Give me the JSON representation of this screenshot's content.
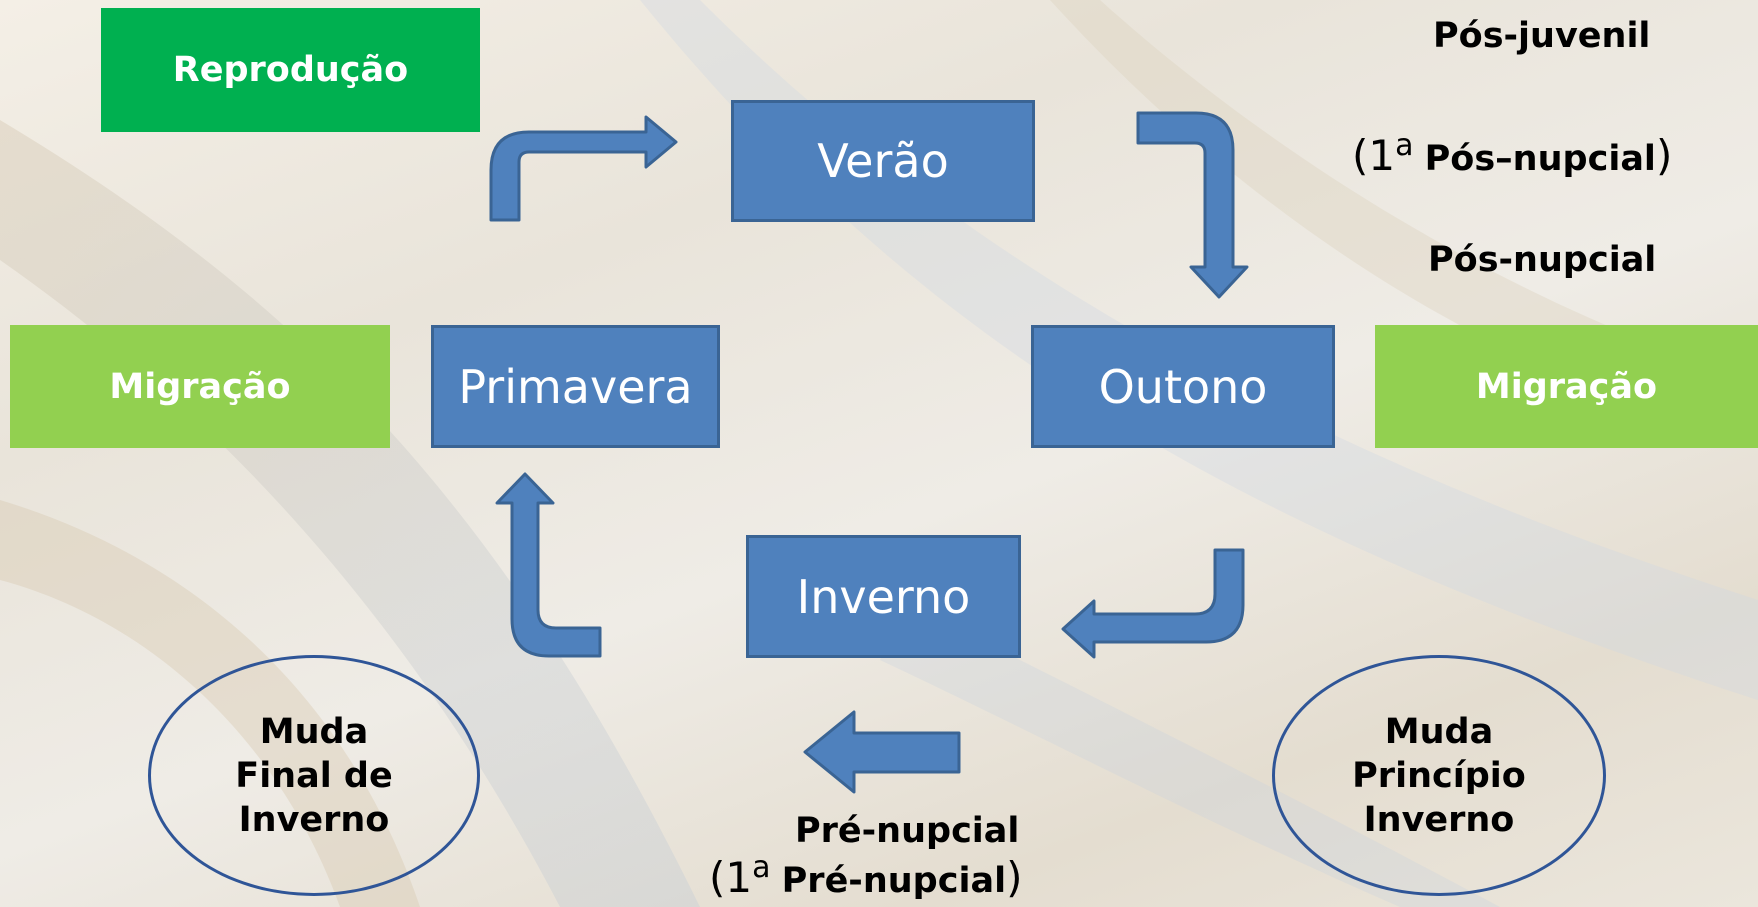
{
  "boxes": {
    "reproducao": "Reprodução",
    "verao": "Verão",
    "primavera": "Primavera",
    "outono": "Outono",
    "inverno": "Inverno",
    "migracao_left": "Migração",
    "migracao_right": "Migração"
  },
  "labels": {
    "pos_juvenil": "Pós-juvenil",
    "pos_nupcial_paren_number": "1",
    "pos_nupcial_paren_sup": "a",
    "pos_nupcial_paren_text": "Pós–nupcial",
    "pos_nupcial": "Pós-nupcial",
    "pre_nupcial": "Pré-nupcial",
    "pre_nupcial_paren_number": "1",
    "pre_nupcial_paren_sup": "a",
    "pre_nupcial_paren_text": "Pré-nupcial"
  },
  "ellipses": {
    "left": [
      "Muda",
      "Final de",
      "Inverno"
    ],
    "right": [
      "Muda",
      "Princípio",
      "Inverno"
    ]
  },
  "colors": {
    "season_fill": "#4f81bd",
    "arrow_fill": "#4f81bd",
    "reproducao_fill": "#00b050",
    "migracao_fill": "#92d050",
    "ellipse_border": "#2f5597"
  }
}
